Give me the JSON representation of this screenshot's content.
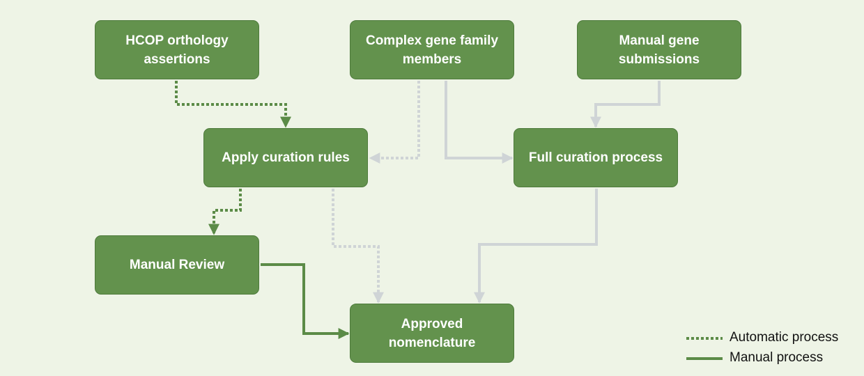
{
  "colors": {
    "background": "#eef4e6",
    "node_fill": "#63924d",
    "node_text": "#ffffff",
    "connector_green": "#5b8b47",
    "connector_grey": "#cfd4d6"
  },
  "nodes": {
    "hcop": {
      "line1": "HCOP orthology",
      "line2": "assertions"
    },
    "complex": {
      "line1": "Complex gene family",
      "line2": "members"
    },
    "manual_submissions": {
      "line1": "Manual gene",
      "line2": "submissions"
    },
    "apply": {
      "line1": "Apply curation rules"
    },
    "full": {
      "line1": "Full curation process"
    },
    "review": {
      "line1": "Manual Review"
    },
    "approved": {
      "line1": "Approved",
      "line2": "nomenclature"
    }
  },
  "legend": {
    "automatic": "Automatic process",
    "manual": "Manual process"
  }
}
